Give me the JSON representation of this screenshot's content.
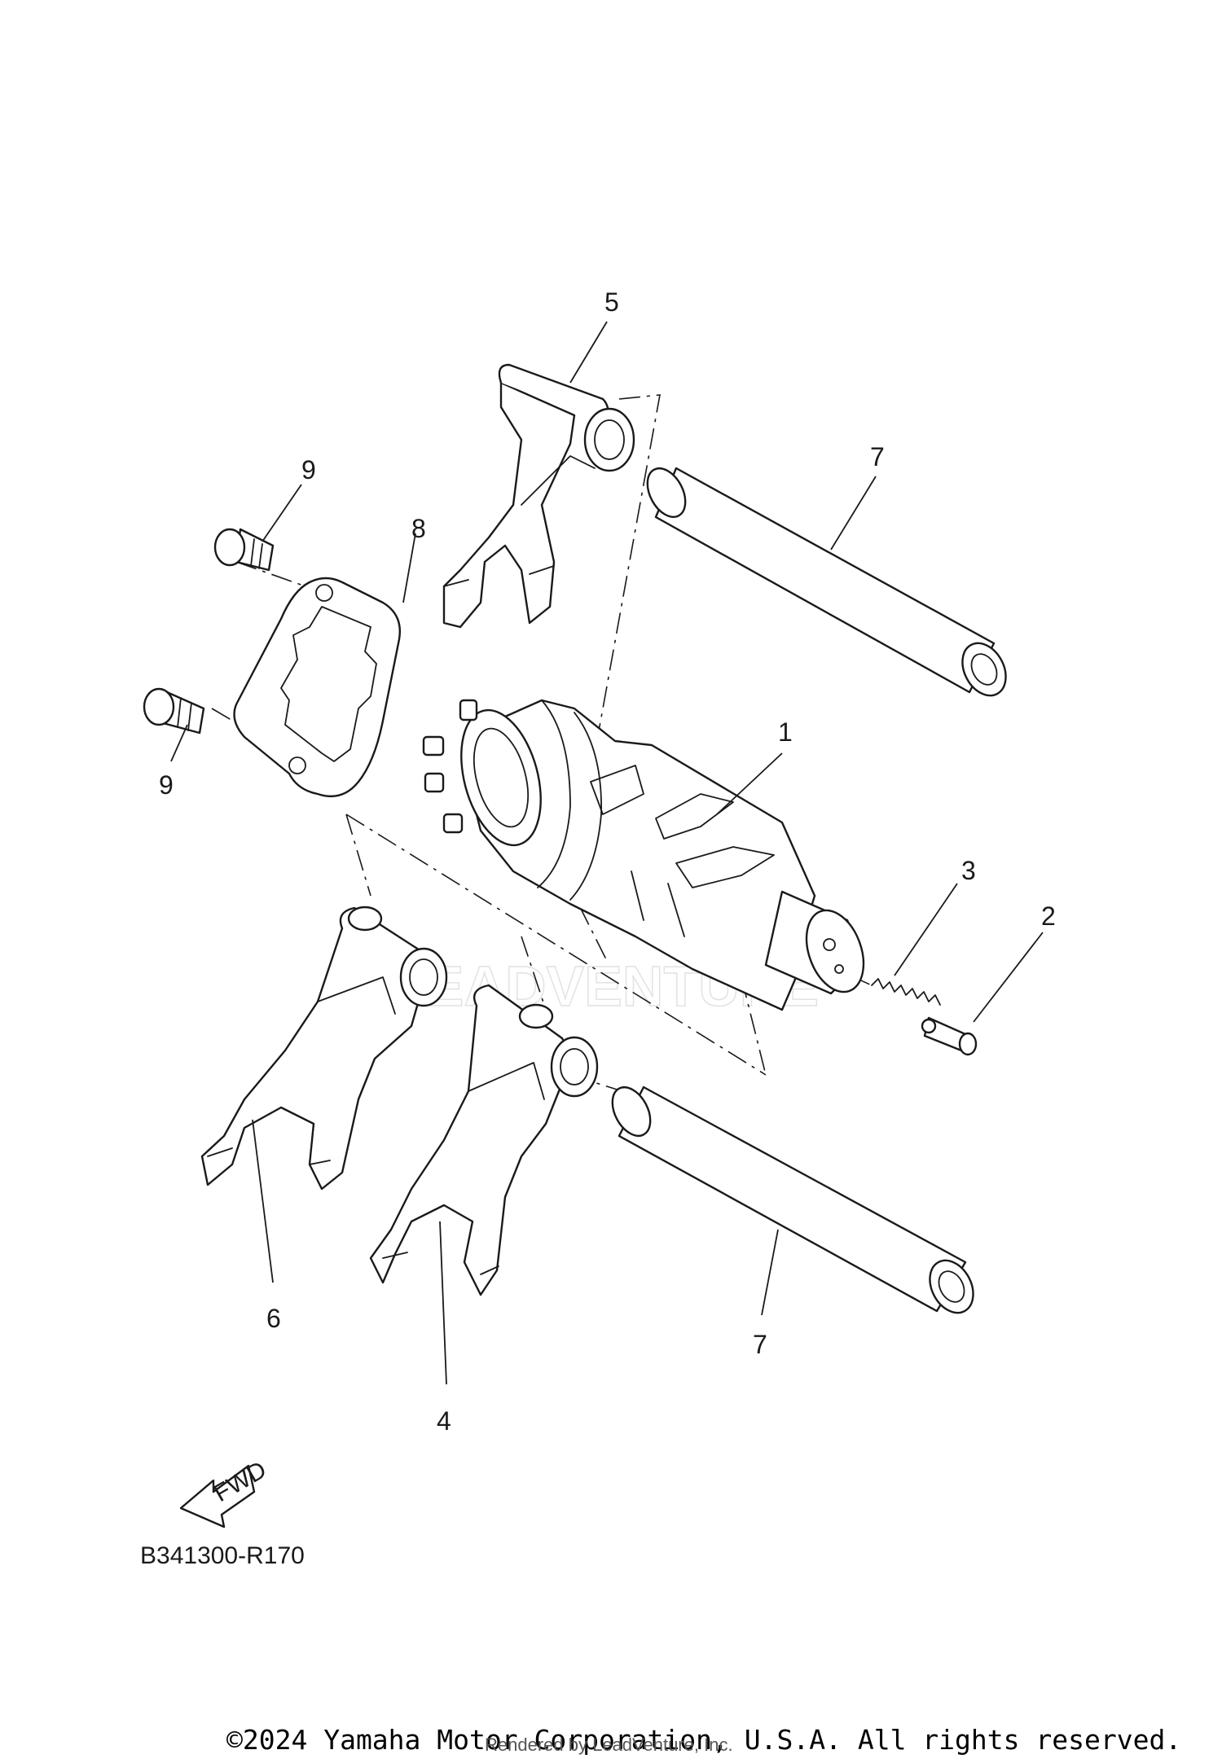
{
  "diagram": {
    "callouts": {
      "n1": "1",
      "n2": "2",
      "n3": "3",
      "n4": "4",
      "n5": "5",
      "n6": "6",
      "n7_upper": "7",
      "n7_lower": "7",
      "n8": "8",
      "n9_upper": "9",
      "n9_lower": "9"
    },
    "fwd_label": "FWD",
    "diagram_code": "B341300-R170",
    "watermark": "LEADVENTURE"
  },
  "footer": {
    "copyright": "©2024 Yamaha Motor Corporation, U.S.A. All rights reserved.",
    "rendered_by": "Rendered by LeadVenture, Inc."
  }
}
